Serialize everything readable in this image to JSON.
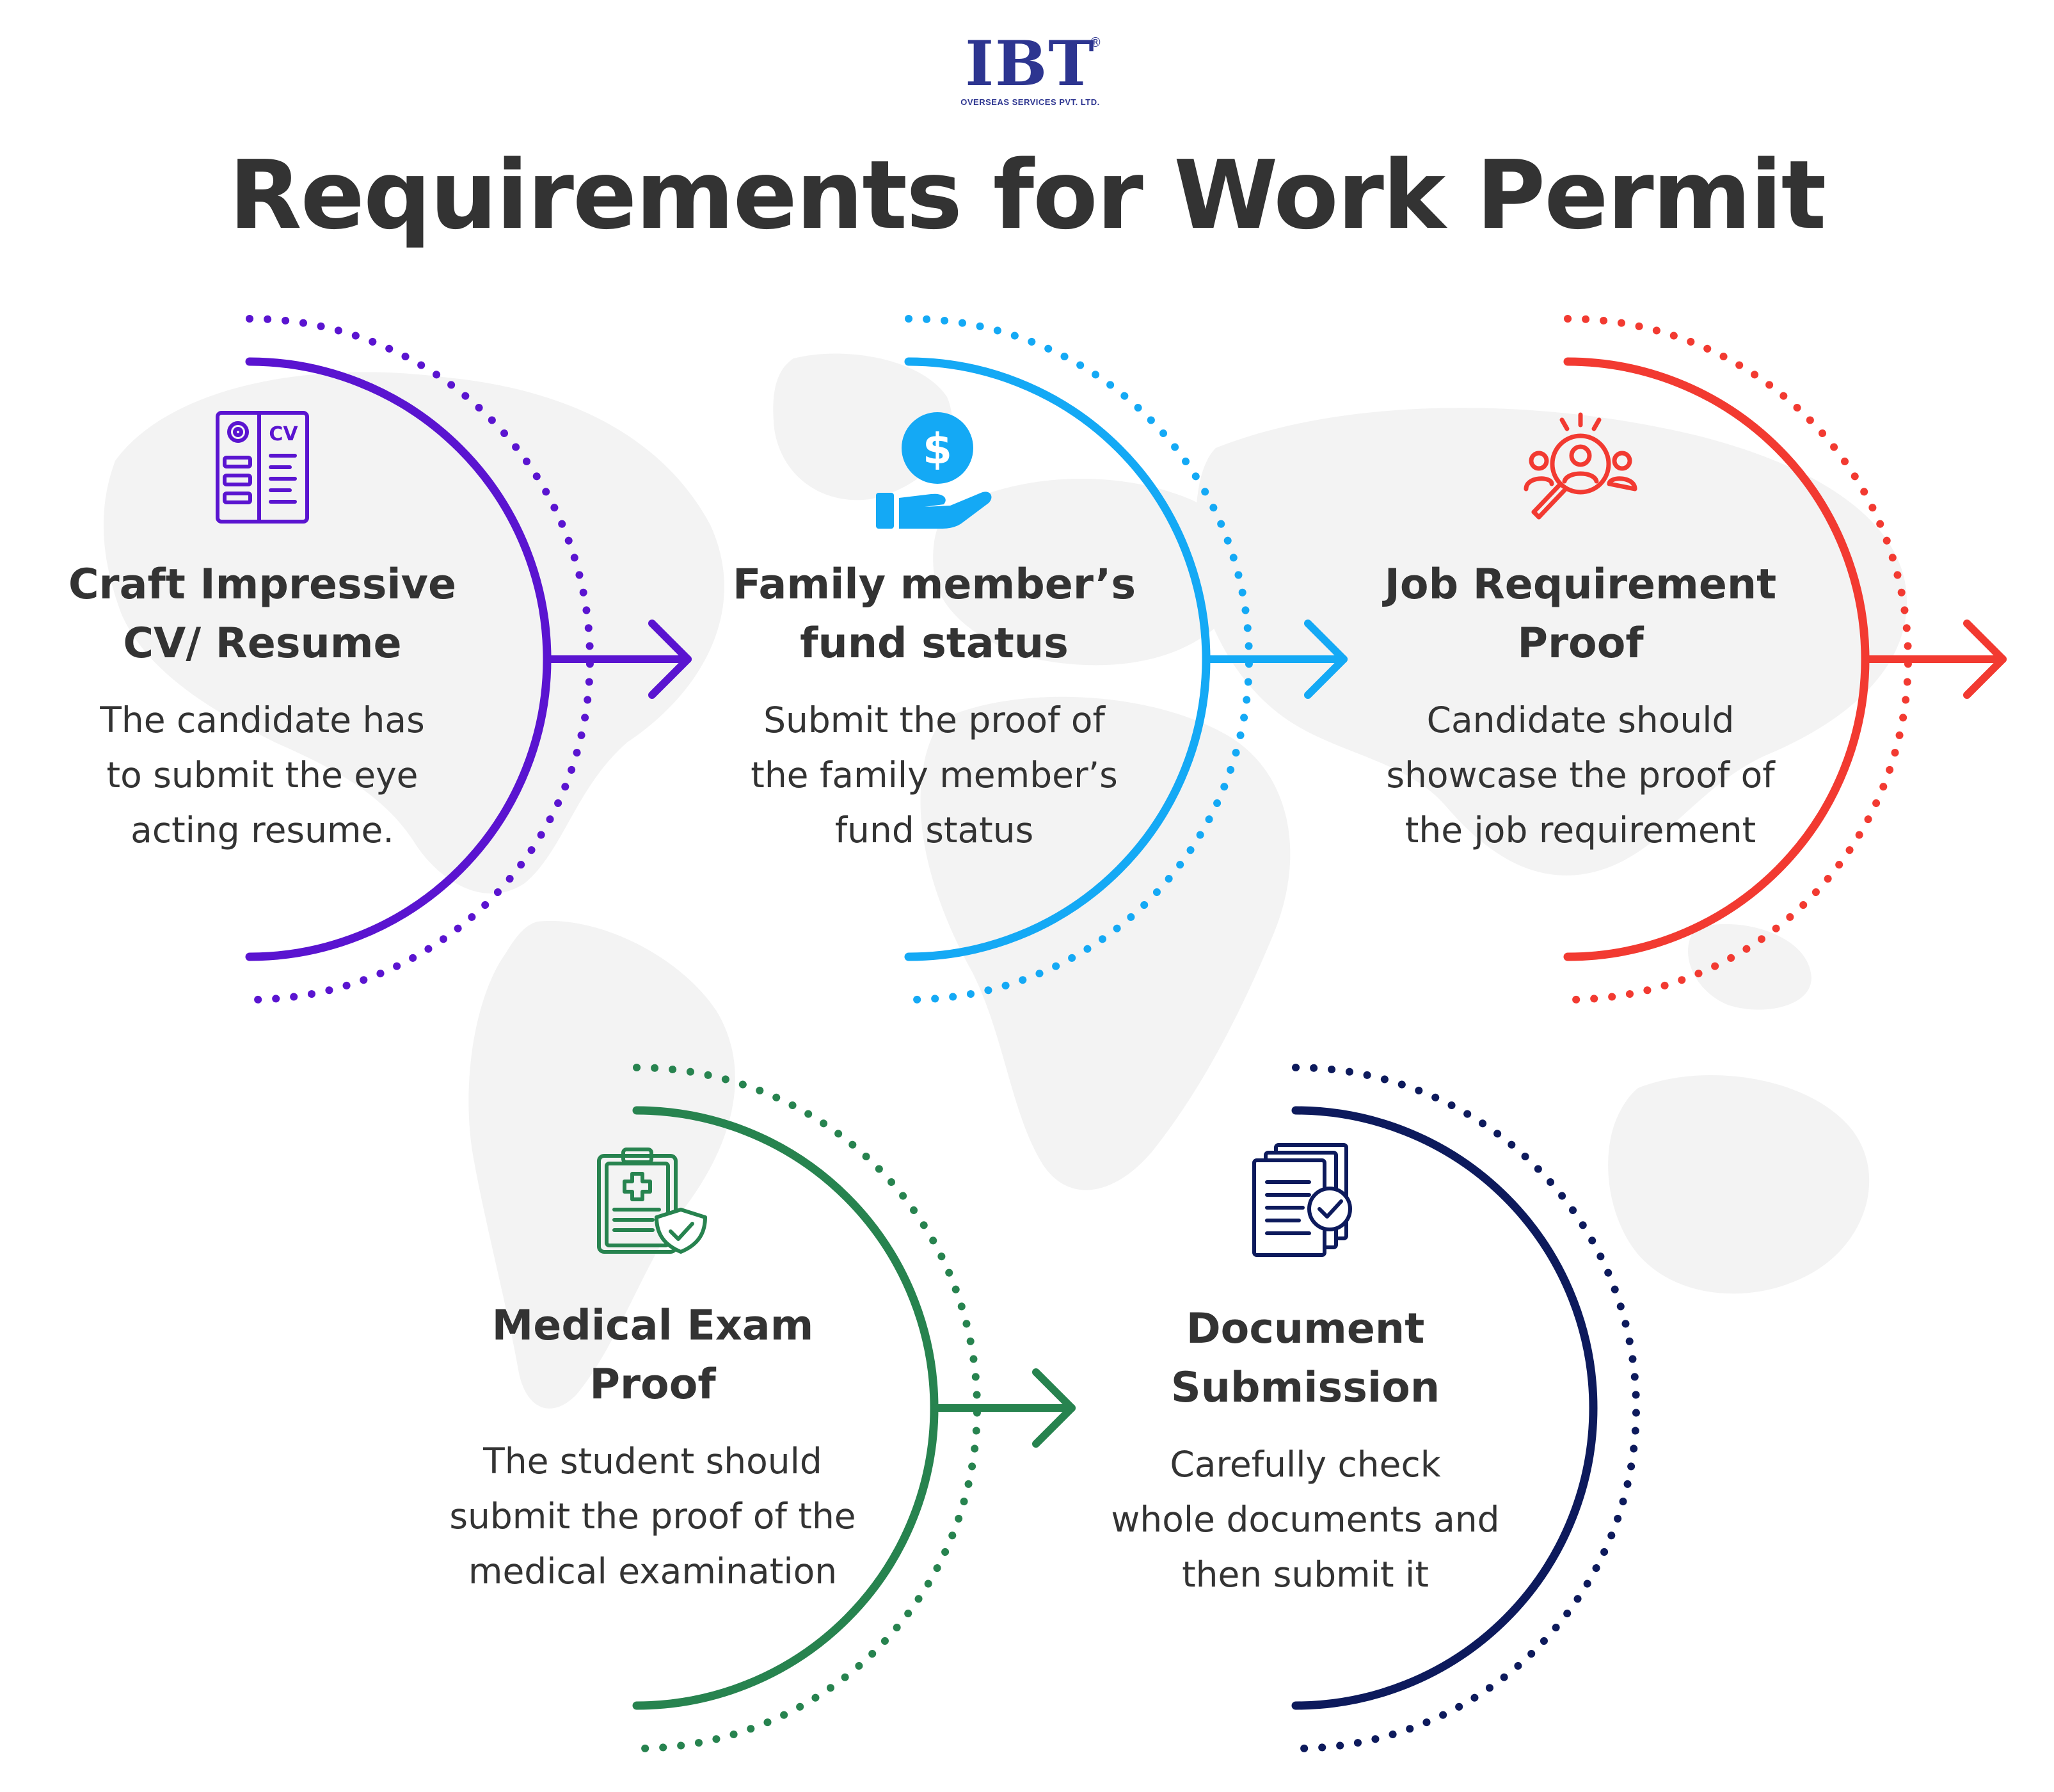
{
  "logo": {
    "mark": "IBT",
    "registered": "®",
    "subtitle": "OVERSEAS SERVICES PVT. LTD.",
    "color": "#2d3590"
  },
  "title": "Requirements for Work Permit",
  "steps": [
    {
      "icon": "cv-resume-icon",
      "icon_label": "CV",
      "title": "Craft Impressive\nCV/ Resume",
      "description": "The candidate has\nto submit the eye\nacting resume.",
      "color": "#5a14d0"
    },
    {
      "icon": "hand-dollar-icon",
      "icon_label": "$",
      "title": "Family member’s\nfund status",
      "description": "Submit the proof of\nthe family member’s\nfund status",
      "color": "#14a9f5"
    },
    {
      "icon": "candidate-search-icon",
      "title": "Job Requirement\nProof",
      "description": "Candidate should\nshowcase the proof of\nthe job requirement",
      "color": "#f23a31"
    },
    {
      "icon": "medical-clipboard-icon",
      "title": "Medical Exam\nProof",
      "description": "The student should\nsubmit the proof of the\nmedical examination",
      "color": "#27834f"
    },
    {
      "icon": "document-check-icon",
      "title": "Document\nSubmission",
      "description": "Carefully check\nwhole documents and\nthen submit it",
      "color": "#0d1a5c"
    }
  ]
}
